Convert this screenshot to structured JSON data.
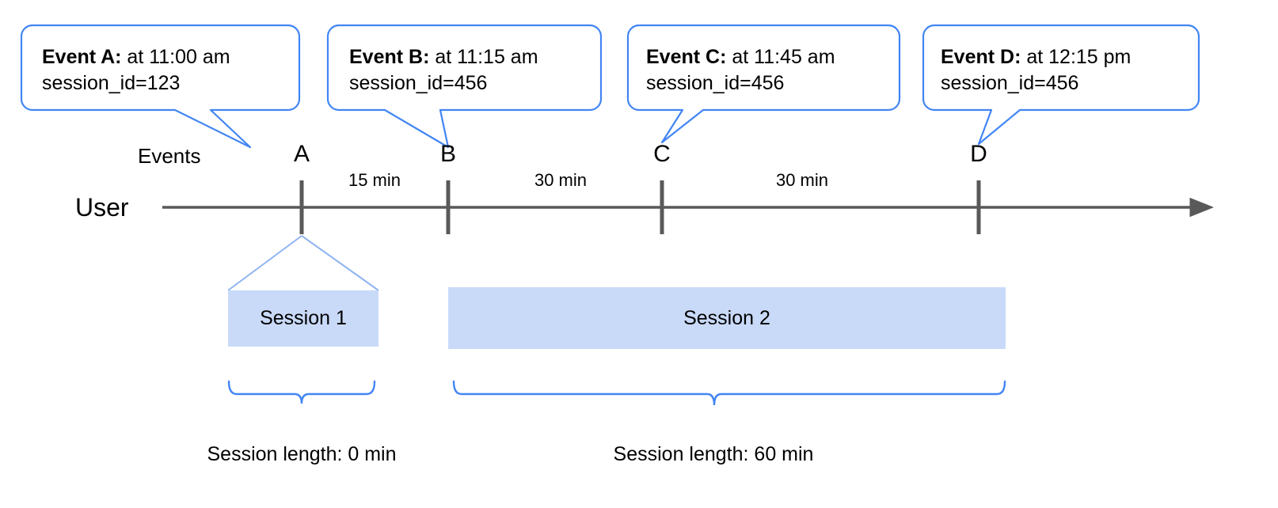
{
  "diagram": {
    "axis_caption": "User",
    "events_caption": "Events",
    "accent_blue": "#4285f4",
    "session_fill": "#c9daf8",
    "axis_color": "#595959",
    "tick_color": "#595959"
  },
  "callouts": [
    {
      "name": "event-a",
      "bold": "Event A:",
      "rest": " at 11:00 am",
      "line2": "session_id=123"
    },
    {
      "name": "event-b",
      "bold": "Event B:",
      "rest": " at 11:15 am",
      "line2": "session_id=456"
    },
    {
      "name": "event-c",
      "bold": "Event C:",
      "rest": " at 11:45 am",
      "line2": "session_id=456"
    },
    {
      "name": "event-d",
      "bold": "Event D:",
      "rest": " at 12:15 pm",
      "line2": "session_id=456"
    }
  ],
  "events": [
    {
      "letter": "A",
      "time": "11:00 am",
      "session_id": "123"
    },
    {
      "letter": "B",
      "time": "11:15 am",
      "session_id": "456"
    },
    {
      "letter": "C",
      "time": "11:45 am",
      "session_id": "456"
    },
    {
      "letter": "D",
      "time": "12:15 pm",
      "session_id": "456"
    }
  ],
  "gaps": [
    {
      "label": "15 min",
      "from": "A",
      "to": "B"
    },
    {
      "label": "30 min",
      "from": "B",
      "to": "C"
    },
    {
      "label": "30 min",
      "from": "C",
      "to": "D"
    }
  ],
  "sessions": [
    {
      "label": "Session 1",
      "length_label": "Session length: 0 min",
      "length_min": 0
    },
    {
      "label": "Session 2",
      "length_label": "Session length: 60 min",
      "length_min": 60
    }
  ]
}
